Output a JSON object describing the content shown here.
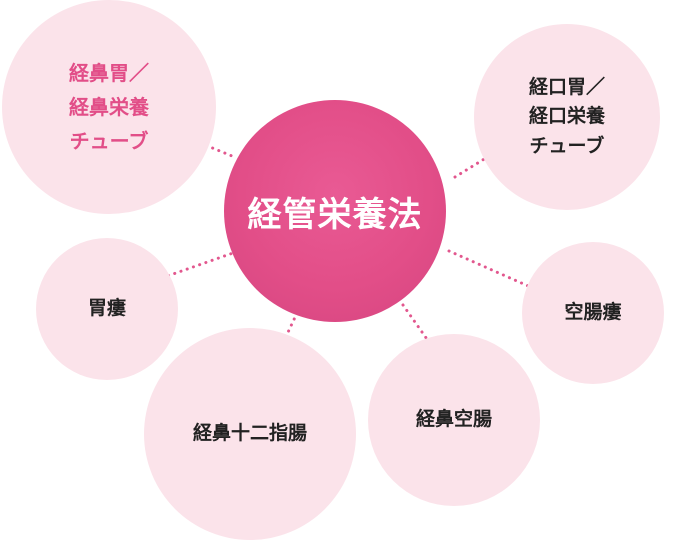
{
  "hub": {
    "label": "経管栄養法",
    "color": "#e24e88"
  },
  "nodes": [
    {
      "label": "経鼻胃／\n経鼻栄養\nチューブ",
      "text_color": "#e24e88"
    },
    {
      "label": "経口胃／\n経口栄養\nチューブ",
      "text_color": "#222222"
    },
    {
      "label": "胃瘻",
      "text_color": "#222222"
    },
    {
      "label": "空腸瘻",
      "text_color": "#222222"
    },
    {
      "label": "経鼻十二指腸",
      "text_color": "#222222"
    },
    {
      "label": "経鼻空腸",
      "text_color": "#222222"
    }
  ],
  "colors": {
    "bubble_fill": "#fbe3ea",
    "connector": "#e2578e"
  }
}
